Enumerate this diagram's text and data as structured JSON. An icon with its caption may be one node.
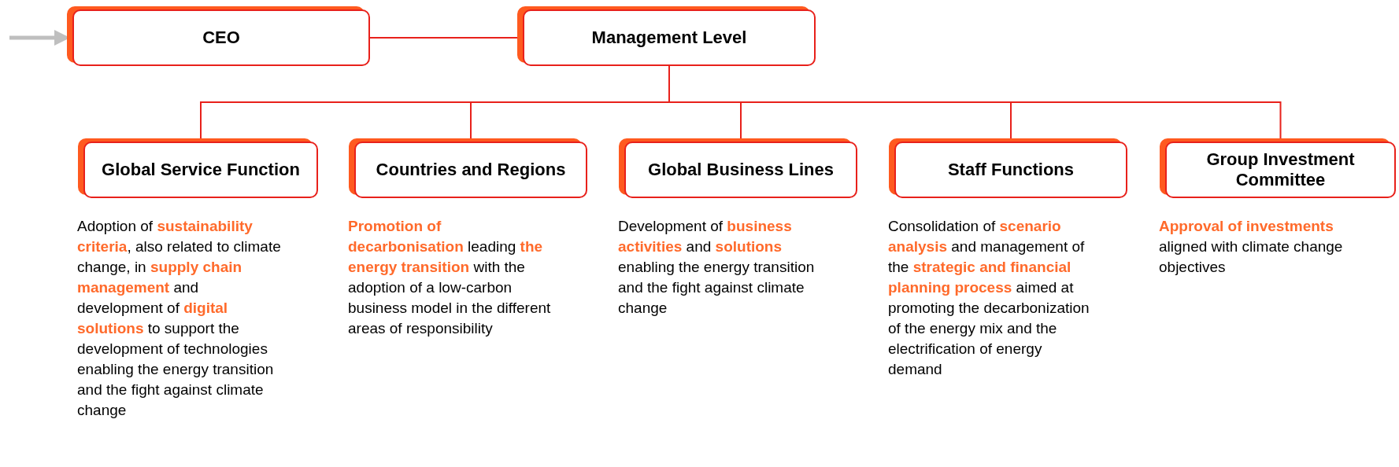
{
  "diagram": {
    "nodes": [
      {
        "text": [
          "CEO"
        ]
      },
      {
        "text": [
          "Management Level"
        ]
      },
      {
        "text": [
          "Global Service Function"
        ],
        "beside": [
          "Adoption of **sustainability criteria**, also related to climate change, in **supply chain management** and development of **digital solutions** to support the development of technologies enabling the energy transition and the fight against climate change"
        ]
      },
      {
        "text": [
          "Countries and Regions"
        ],
        "beside": [
          "**Promotion of decarbonisation** leading **the energy transition** with the adoption of a low-carbon business model in the different areas of responsibility"
        ]
      },
      {
        "text": [
          "Global Business Lines"
        ],
        "beside": [
          "Development of **business activities** and **solutions** enabling the energy transition and the fight against climate change"
        ]
      },
      {
        "text": [
          "Staff Functions"
        ],
        "beside": [
          "Consolidation of **scenario analysis** and management of the **strategic and financial planning process** aimed at promoting the decarbonization of the energy mix and the electrification of energy demand"
        ]
      },
      {
        "text": [
          "Group Investment Committee"
        ],
        "beside": [
          "**Approval of investments** aligned with climate change objectives"
        ]
      }
    ],
    "edges": [
      {
        "from": null,
        "to": 0,
        "arrow": "to",
        "style": "thick",
        "color": "#bfbfbf"
      },
      {
        "from": 0,
        "to": 1,
        "arrow": "none"
      },
      {
        "from": 1,
        "to": 2,
        "arrow": "none"
      },
      {
        "from": 1,
        "to": 3,
        "arrow": "none"
      },
      {
        "from": 1,
        "to": 4,
        "arrow": "none"
      },
      {
        "from": 1,
        "to": 5,
        "arrow": "none"
      },
      {
        "from": 1,
        "to": 6,
        "arrow": "none"
      }
    ]
  }
}
